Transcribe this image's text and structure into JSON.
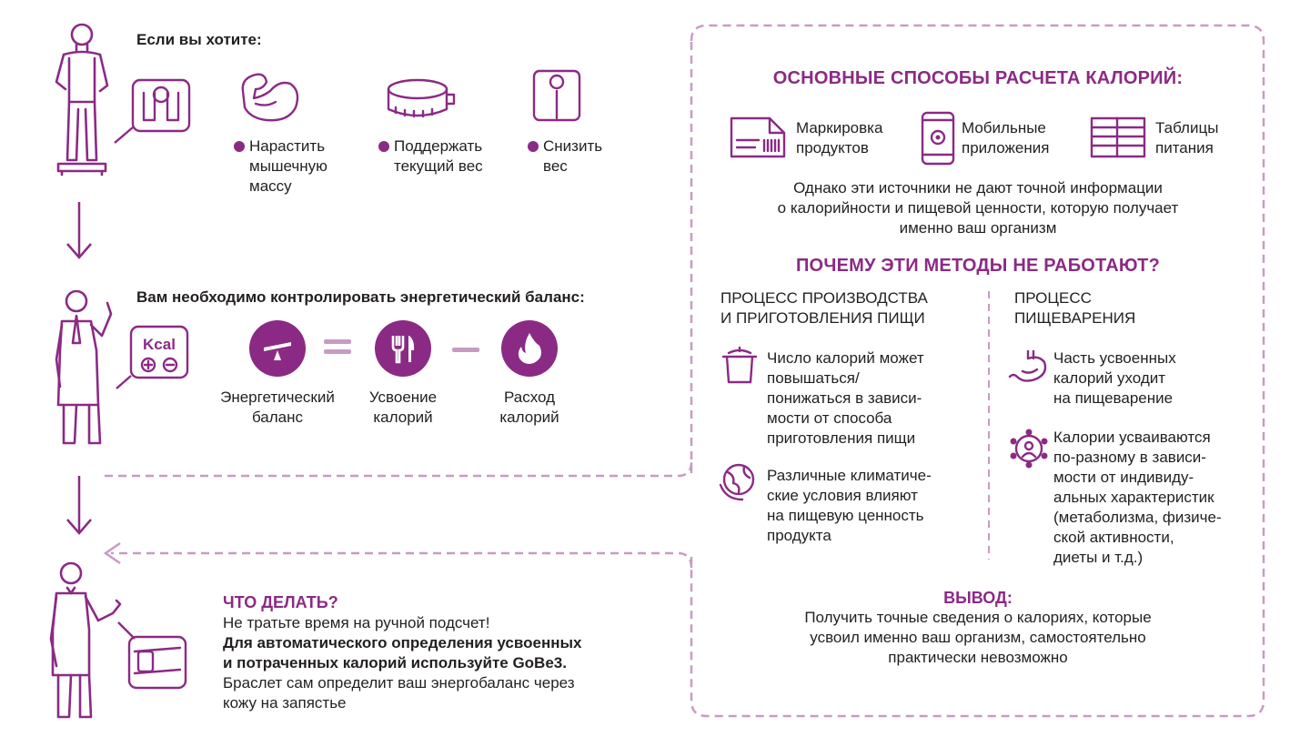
{
  "colors": {
    "accent": "#8b2a85",
    "light_accent": "#c89bc3",
    "text": "#231f20"
  },
  "step1": {
    "title": "Если вы хотите:",
    "goals": [
      {
        "icon": "bicep-icon",
        "label": "Нарастить мышечную массу",
        "lines": [
          "Нарастить",
          "мышечную",
          "массу"
        ]
      },
      {
        "icon": "measuring-tape-icon",
        "label": "Поддержать текущий вес",
        "lines": [
          "Поддержать",
          "текущий вес"
        ]
      },
      {
        "icon": "bathroom-scale-icon",
        "label": "Снизить вес",
        "lines": [
          "Снизить",
          "вес"
        ]
      }
    ]
  },
  "step2": {
    "title": "Вам необходимо контролировать энергетический баланс:",
    "equation": [
      {
        "icon": "seesaw-icon",
        "lines": [
          "Энергетический",
          "баланс"
        ]
      },
      {
        "icon": "fork-knife-icon",
        "lines": [
          "Усвоение",
          "калорий"
        ]
      },
      {
        "icon": "flame-icon",
        "lines": [
          "Расход",
          "калорий"
        ]
      }
    ],
    "kcal_label": "Kcal"
  },
  "step3": {
    "title": "ЧТО ДЕЛАТЬ?",
    "line1": "Не тратьте время на ручной подсчет!",
    "bold1": "Для автоматического определения усвоенных",
    "bold2": "и потраченных калорий используйте GoBe3.",
    "line4": "Браслет сам определит ваш энергобаланс через",
    "line5": "кожу на запястье"
  },
  "right": {
    "title": "ОСНОВНЫЕ СПОСОБЫ РАСЧЕТА КАЛОРИЙ:",
    "methods": [
      {
        "icon": "product-label-icon",
        "lines": [
          "Маркировка",
          "продуктов"
        ]
      },
      {
        "icon": "mobile-app-icon",
        "lines": [
          "Мобильные",
          "приложения"
        ]
      },
      {
        "icon": "nutrition-table-icon",
        "lines": [
          "Таблицы",
          "питания"
        ]
      }
    ],
    "note_lines": [
      "Однако эти источники не дают точной информации",
      "о калорийности и пищевой ценности, которую получает",
      "именно ваш организм"
    ],
    "why_title": "ПОЧЕМУ ЭТИ МЕТОДЫ НЕ РАБОТАЮТ?",
    "col1_title": [
      "ПРОЦЕСС ПРОИЗВОДСТВА",
      "И ПРИГОТОВЛЕНИЯ ПИЩИ"
    ],
    "col2_title": [
      "ПРОЦЕСС",
      "ПИЩЕВАРЕНИЯ"
    ],
    "col1_items": [
      {
        "icon": "cooking-pot-icon",
        "lines": [
          "Число калорий может",
          "повышаться/",
          "понижаться в зависи-",
          "мости от способа",
          "приготовления пищи"
        ]
      },
      {
        "icon": "globe-icon",
        "lines": [
          "Различные климатиче-",
          "ские условия влияют",
          "на пищевую ценность",
          "продукта"
        ]
      }
    ],
    "col2_items": [
      {
        "icon": "stomach-icon",
        "lines": [
          "Часть усвоенных",
          "калорий уходит",
          "на пищеварение"
        ]
      },
      {
        "icon": "person-network-icon",
        "lines": [
          "Калории усваиваются",
          "по-разному в зависи-",
          "мости от индивиду-",
          "альных характеристик",
          "(метаболизма, физиче-",
          "ской активности,",
          "диеты и т.д.)"
        ]
      }
    ],
    "conclusion_title": "ВЫВОД:",
    "conclusion_lines": [
      "Получить точные сведения о калориях, которые",
      "усвоил именно ваш организм, самостоятельно",
      "практически невозможно"
    ]
  }
}
